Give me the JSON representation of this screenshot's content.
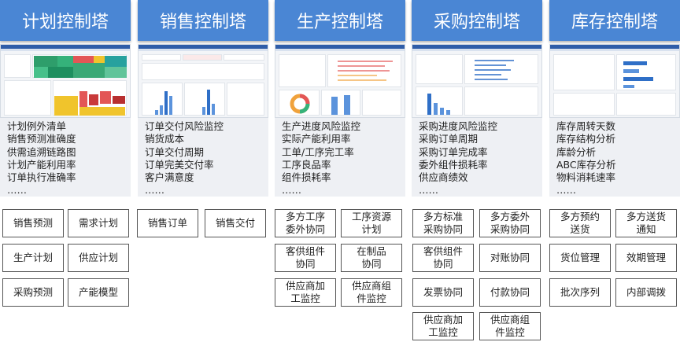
{
  "columns": [
    {
      "title": "计划控制塔",
      "features": [
        "计划例外清单",
        "销售预测准确度",
        "供需追溯链路图",
        "计划产能利用率",
        "订单执行准确率",
        "……"
      ],
      "modules": [
        "销售预测",
        "需求计划",
        "生产计划",
        "供应计划",
        "采购预测",
        "产能模型"
      ]
    },
    {
      "title": "销售控制塔",
      "features": [
        "订单交付风险监控",
        "销货成本",
        "订单交付周期",
        "订单完美交付率",
        "客户满意度",
        "……"
      ],
      "modules": [
        "销售订单",
        "销售交付"
      ]
    },
    {
      "title": "生产控制塔",
      "features": [
        "生产进度风险监控",
        "实际产能利用率",
        "工单/工序完工率",
        "工序良品率",
        "组件损耗率",
        "……"
      ],
      "modules": [
        "多方工序\n委外协同",
        "工序资源\n计划",
        "客供组件\n协同",
        "在制品\n协同",
        "供应商加\n工监控",
        "供应商组\n件监控"
      ]
    },
    {
      "title": "采购控制塔",
      "features": [
        "采购进度风险监控",
        "采购订单周期",
        "采购订单完成率",
        "委外组件损耗率",
        "供应商绩效",
        "……"
      ],
      "modules": [
        "多方标准\n采购协同",
        "多方委外\n采购协同",
        "客供组件\n协同",
        "对账协同",
        "发票协同",
        "付款协同",
        "供应商加\n工监控",
        "供应商组\n件监控"
      ]
    },
    {
      "title": "库存控制塔",
      "features": [
        "库存周转天数",
        "库存结构分析",
        "库龄分析",
        "ABC库存分析",
        "物料消耗速率",
        "……"
      ],
      "modules": [
        "多方预约\n送货",
        "多方送货\n通知",
        "货位管理",
        "效期管理",
        "批次序列",
        "内部调拨"
      ]
    }
  ]
}
